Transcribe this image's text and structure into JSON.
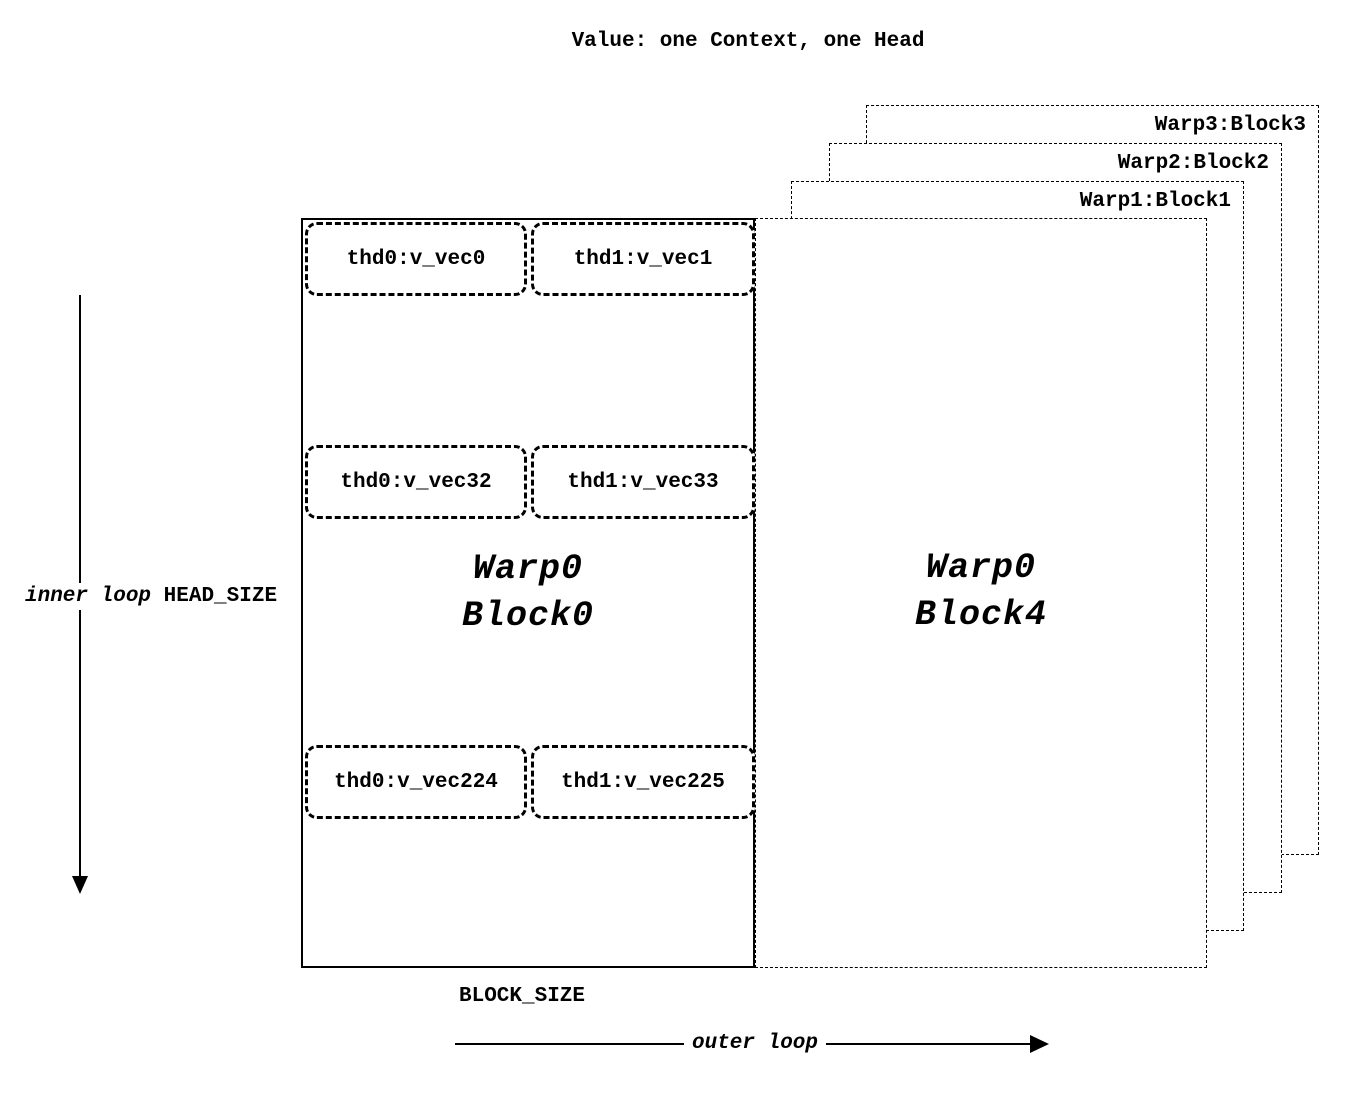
{
  "colors": {
    "line": "#000000",
    "background": "#ffffff"
  },
  "title": "Value: one Context, one Head",
  "background_blocks": [
    {
      "label": "Warp3:Block3"
    },
    {
      "label": "Warp2:Block2"
    },
    {
      "label": "Warp1:Block1"
    }
  ],
  "block0": {
    "label_line1": "Warp0",
    "label_line2": "Block0",
    "rows": [
      {
        "left": "thd0:v_vec0",
        "right": "thd1:v_vec1"
      },
      {
        "left": "thd0:v_vec32",
        "right": "thd1:v_vec33"
      },
      {
        "left": "thd0:v_vec224",
        "right": "thd1:v_vec225"
      }
    ]
  },
  "block4": {
    "label_line1": "Warp0",
    "label_line2": "Block4"
  },
  "labels": {
    "inner_loop": "inner loop",
    "head_size": "HEAD_SIZE",
    "block_size": "BLOCK_SIZE",
    "outer_loop": "outer loop"
  }
}
